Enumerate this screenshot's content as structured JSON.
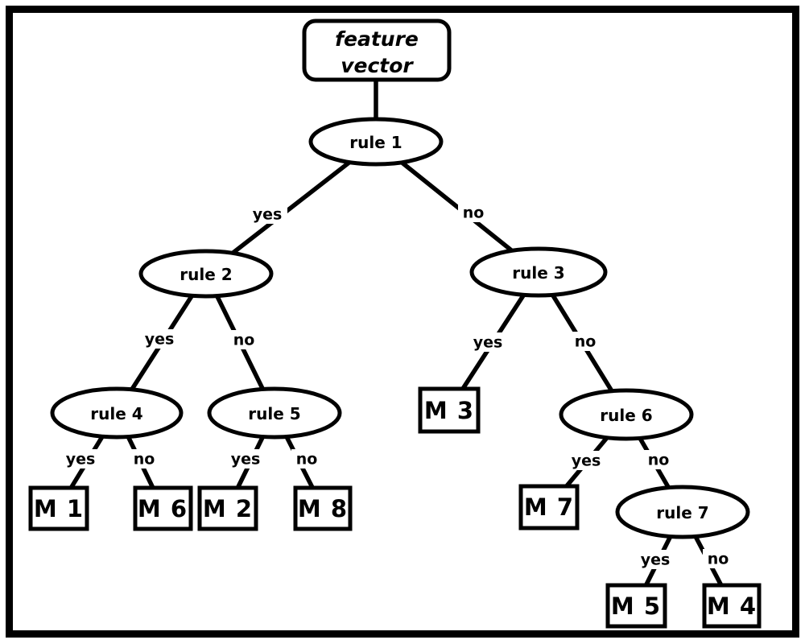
{
  "diagram": {
    "type": "decision-tree",
    "colors": {
      "stroke": "#000000",
      "background": "#ffffff"
    },
    "root": {
      "label_lines": [
        "feature",
        "vector"
      ]
    },
    "rules": [
      {
        "id": "rule1",
        "label": "rule 1"
      },
      {
        "id": "rule2",
        "label": "rule 2"
      },
      {
        "id": "rule3",
        "label": "rule 3"
      },
      {
        "id": "rule4",
        "label": "rule 4"
      },
      {
        "id": "rule5",
        "label": "rule 5"
      },
      {
        "id": "rule6",
        "label": "rule 6"
      },
      {
        "id": "rule7",
        "label": "rule 7"
      }
    ],
    "leaves": [
      {
        "id": "M1",
        "label": "M 1"
      },
      {
        "id": "M6",
        "label": "M 6"
      },
      {
        "id": "M2",
        "label": "M 2"
      },
      {
        "id": "M8",
        "label": "M 8"
      },
      {
        "id": "M3",
        "label": "M 3"
      },
      {
        "id": "M7",
        "label": "M 7"
      },
      {
        "id": "M5",
        "label": "M 5"
      },
      {
        "id": "M4",
        "label": "M 4"
      }
    ],
    "edges": [
      {
        "from": "feature vector",
        "to": "rule 1",
        "label": ""
      },
      {
        "from": "rule 1",
        "to": "rule 2",
        "label": "yes"
      },
      {
        "from": "rule 1",
        "to": "rule 3",
        "label": "no"
      },
      {
        "from": "rule 2",
        "to": "rule 4",
        "label": "yes"
      },
      {
        "from": "rule 2",
        "to": "rule 5",
        "label": "no"
      },
      {
        "from": "rule 3",
        "to": "M 3",
        "label": "yes"
      },
      {
        "from": "rule 3",
        "to": "rule 6",
        "label": "no"
      },
      {
        "from": "rule 4",
        "to": "M 1",
        "label": "yes"
      },
      {
        "from": "rule 4",
        "to": "M 6",
        "label": "no"
      },
      {
        "from": "rule 5",
        "to": "M 2",
        "label": "yes"
      },
      {
        "from": "rule 5",
        "to": "M 8",
        "label": "no"
      },
      {
        "from": "rule 6",
        "to": "M 7",
        "label": "yes"
      },
      {
        "from": "rule 6",
        "to": "rule 7",
        "label": "no"
      },
      {
        "from": "rule 7",
        "to": "M 5",
        "label": "yes"
      },
      {
        "from": "rule 7",
        "to": "M 4",
        "label": "no"
      }
    ]
  }
}
